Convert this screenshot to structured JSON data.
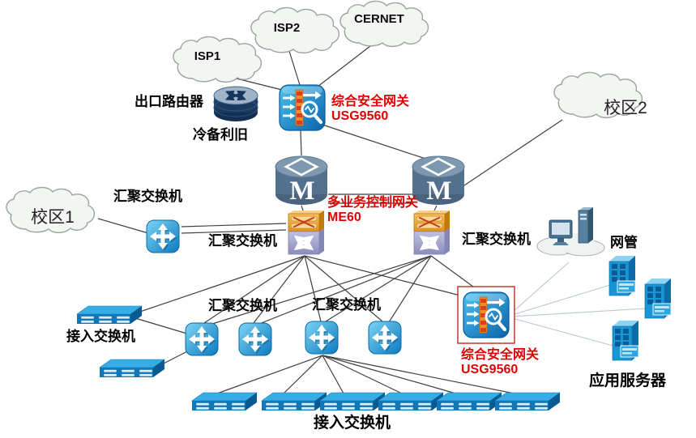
{
  "figure": {
    "type": "network-topology-diagram"
  },
  "clouds": {
    "isp1": "ISP1",
    "isp2": "ISP2",
    "cernet": "CERNET",
    "campus1": "校区1",
    "campus2": "校区2"
  },
  "labels": {
    "exit_router": "出口路由器",
    "cold_standby": "冷备利旧",
    "secure_gateway_line1": "综合安全网关",
    "secure_gateway_line2": "USG9560",
    "me60_line1": "多业务控制网关",
    "me60_line2": "ME60",
    "agg_switch": "汇聚交换机",
    "access_switch": "接入交换机",
    "nms": "网管",
    "app_server": "应用服务器",
    "m_router_letter": "M"
  },
  "colors": {
    "highlight_text": "#e00000",
    "label_text": "#000000",
    "switch_blue": "#1e9cd7",
    "router_slate": "#53708c",
    "combo_orange": "#f0a32f",
    "combo_lavender": "#a2a4cf",
    "exit_router_navy": "#1b3a60",
    "cloud_fill": "#f3f5f2",
    "line_dark": "#3f3f3f",
    "line_light": "#b9c7cf"
  }
}
